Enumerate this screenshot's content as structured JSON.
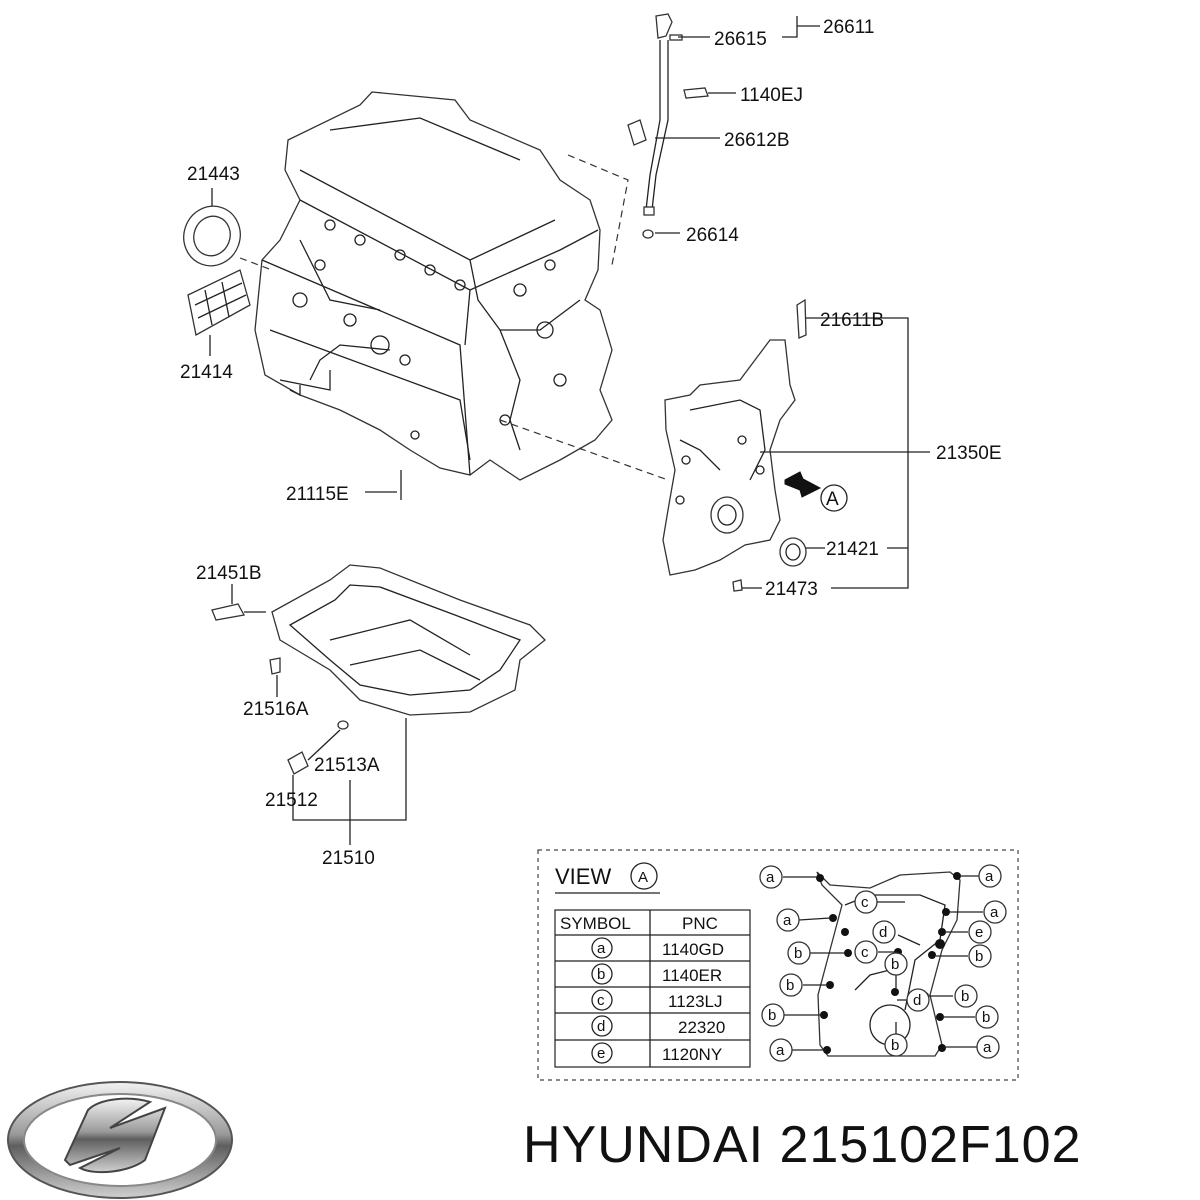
{
  "part_labels": {
    "p26611": "26611",
    "p26615": "26615",
    "p1140EJ": "1140EJ",
    "p26612B": "26612B",
    "p26614": "26614",
    "p21443": "21443",
    "p21414": "21414",
    "p21611B": "21611B",
    "p21350E": "21350E",
    "p21421": "21421",
    "p21473": "21473",
    "p21115E": "21115E",
    "p21451B": "21451B",
    "p21516A": "21516A",
    "p21513A": "21513A",
    "p21512": "21512",
    "p21510": "21510"
  },
  "arrow_marker": "A",
  "view_box": {
    "title": "VIEW",
    "marker": "A",
    "table": {
      "headers": [
        "SYMBOL",
        "PNC"
      ],
      "rows": [
        {
          "symbol": "a",
          "pnc": "1140GD"
        },
        {
          "symbol": "b",
          "pnc": "1140ER"
        },
        {
          "symbol": "c",
          "pnc": "1123LJ"
        },
        {
          "symbol": "d",
          "pnc": "22320"
        },
        {
          "symbol": "e",
          "pnc": "1120NY"
        }
      ]
    },
    "callouts": [
      "a",
      "a",
      "a",
      "a",
      "e",
      "c",
      "b",
      "b",
      "b",
      "b",
      "b",
      "b",
      "b",
      "a",
      "a",
      "c",
      "d",
      "b",
      "d"
    ]
  },
  "brand": "HYUNDAI 215102F102",
  "logo_icon": "hyundai-logo-icon"
}
